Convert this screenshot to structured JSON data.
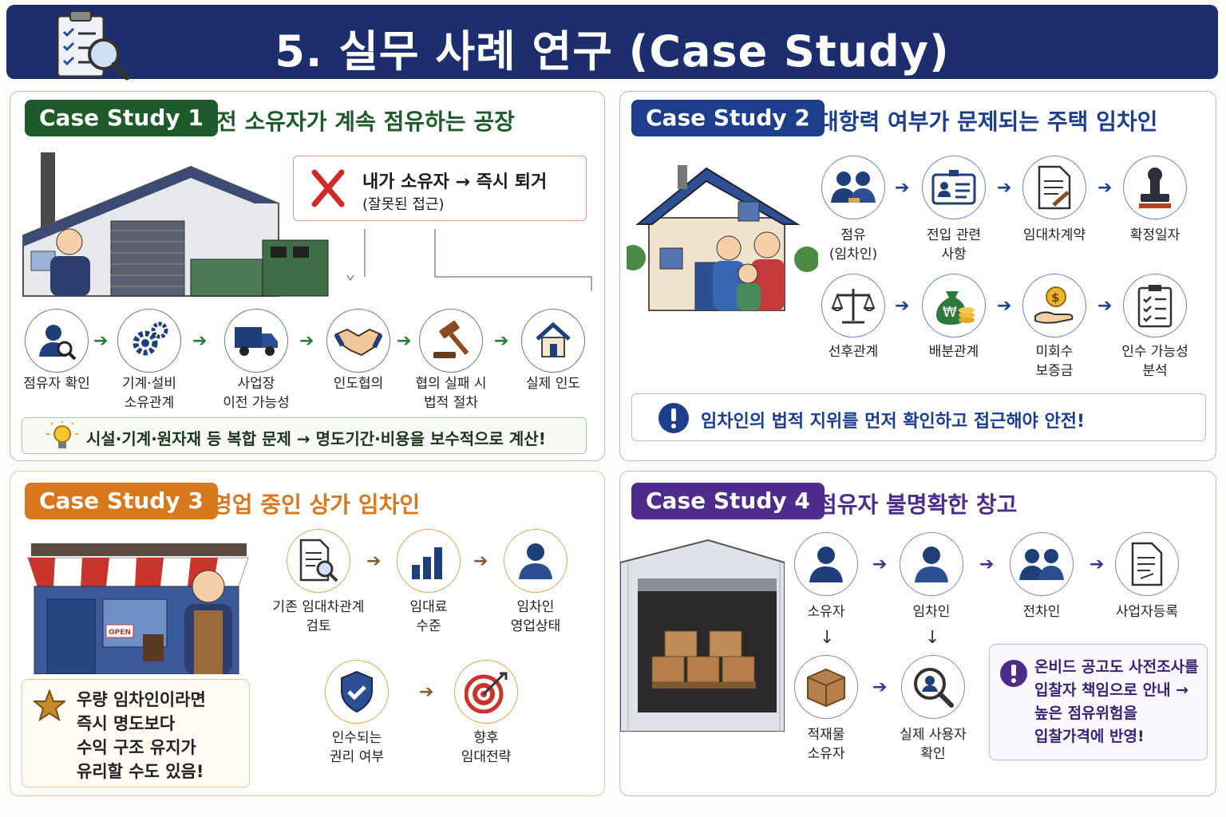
{
  "header": {
    "title": "5. 실무 사례 연구 (Case Study)"
  },
  "colors": {
    "navy": "#1c2e6e",
    "green": "#1f5a2b",
    "blue": "#1c3e8c",
    "orange": "#d9771d",
    "purple": "#4e2c8c"
  },
  "case1": {
    "badge": "Case Study 1",
    "subtitle": "전 소유자가 계속 점유하는 공장",
    "warning_line1": "내가 소유자 → 즉시 퇴거",
    "warning_line2": "(잘못된 접근)",
    "steps": [
      {
        "icon": "person-search-icon",
        "label": "점유자 확인"
      },
      {
        "icon": "gears-icon",
        "label1": "기계·설비",
        "label2": "소유관계"
      },
      {
        "icon": "truck-icon",
        "label1": "사업장",
        "label2": "이전 가능성"
      },
      {
        "icon": "handshake-icon",
        "label": "인도협의"
      },
      {
        "icon": "gavel-icon",
        "label1": "협의 실패 시",
        "label2": "법적 절차"
      },
      {
        "icon": "house-icon",
        "label": "실제 인도"
      }
    ],
    "tip": "시설·기계·원자재 등 복합 문제 → 명도기간·비용을 보수적으로 계산!"
  },
  "case2": {
    "badge": "Case Study 2",
    "subtitle": "대항력 여부가 문제되는 주택 임차인",
    "steps": [
      {
        "icon": "two-persons-icon",
        "label1": "점유",
        "label2": "(임차인)"
      },
      {
        "icon": "id-card-icon",
        "label1": "전입 관련",
        "label2": "사항"
      },
      {
        "icon": "contract-icon",
        "label": "임대차계약"
      },
      {
        "icon": "stamp-icon",
        "label": "확정일자"
      },
      {
        "icon": "scale-icon",
        "label": "선후관계"
      },
      {
        "icon": "money-bag-icon",
        "label": "배분관계"
      },
      {
        "icon": "coin-hand-icon",
        "label1": "미회수",
        "label2": "보증금"
      },
      {
        "icon": "checklist-icon",
        "label1": "인수 가능성",
        "label2": "분석"
      }
    ],
    "alert": "임차인의 법적 지위를 먼저 확인하고 접근해야 안전!"
  },
  "case3": {
    "badge": "Case Study 3",
    "subtitle": "영업 중인 상가 임차인",
    "open_sign": "OPEN",
    "steps": [
      {
        "icon": "document-search-icon",
        "label1": "기존 임대차관계",
        "label2": "검토"
      },
      {
        "icon": "bar-chart-icon",
        "label1": "임대료",
        "label2": "수준"
      },
      {
        "icon": "person-icon",
        "label1": "임차인",
        "label2": "영업상태"
      },
      {
        "icon": "shield-check-icon",
        "label1": "인수되는",
        "label2": "권리 여부"
      },
      {
        "icon": "target-icon",
        "label1": "향후",
        "label2": "임대전략"
      }
    ],
    "note_lines": [
      "우량 임차인이라면",
      "즉시 명도보다",
      "수익 구조 유지가",
      "유리할 수도 있음!"
    ]
  },
  "case4": {
    "badge": "Case Study 4",
    "subtitle": "점유자 불명확한 창고",
    "steps": [
      {
        "icon": "owner-person-icon",
        "label": "소유자"
      },
      {
        "icon": "tenant-person-icon",
        "label": "임차인"
      },
      {
        "icon": "two-persons-icon",
        "label": "전차인"
      },
      {
        "icon": "business-doc-icon",
        "label": "사업자등록"
      },
      {
        "icon": "box-icon",
        "label1": "적재물",
        "label2": "소유자"
      },
      {
        "icon": "user-search-icon",
        "label1": "실제 사용자",
        "label2": "확인"
      }
    ],
    "note_lines": [
      "온비드 공고도 사전조사를",
      "입찰자 책임으로 안내 →",
      "높은 점유위험을",
      "입찰가격에 반영!"
    ]
  }
}
